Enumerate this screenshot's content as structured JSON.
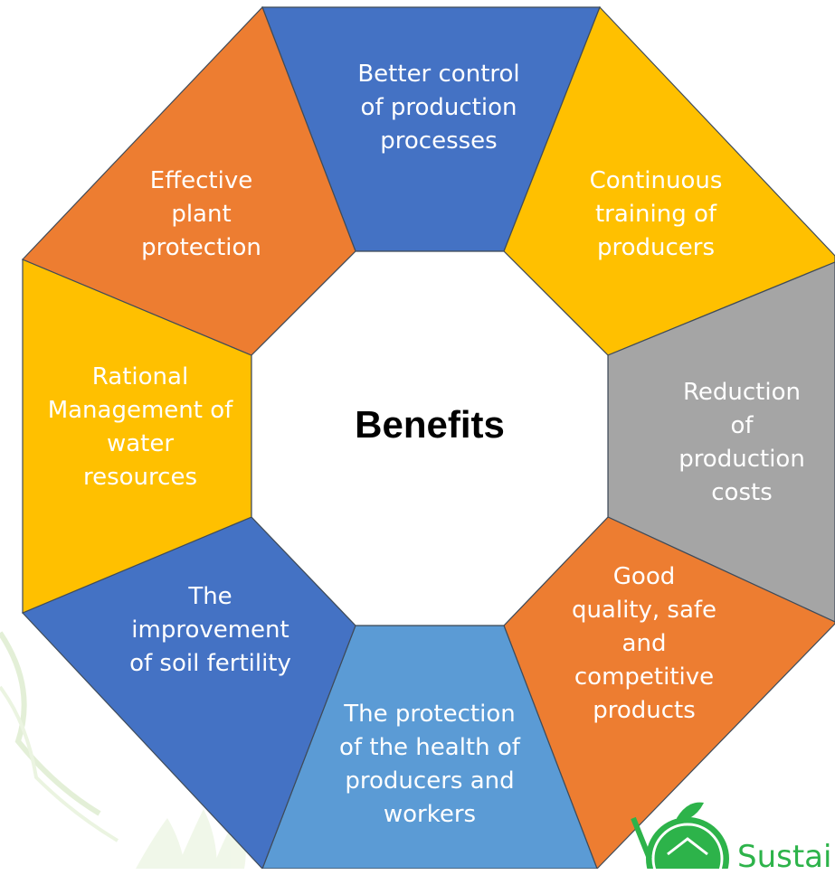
{
  "center": {
    "title": "Benefits"
  },
  "segments": [
    {
      "id": "top",
      "text": "Better control\nof production\nprocesses",
      "color": "#4472c4"
    },
    {
      "id": "top-right",
      "text": "Continuous\ntraining of\nproducers",
      "color": "#ffc000"
    },
    {
      "id": "right",
      "text": "Reduction\nof\nproduction\ncosts",
      "color": "#a5a5a5"
    },
    {
      "id": "bottom-right",
      "text": "Good\nquality, safe\nand\ncompetitive\nproducts",
      "color": "#ed7d31"
    },
    {
      "id": "bottom",
      "text": "The protection\nof the health of\nproducers and\nworkers",
      "color": "#5b9bd5"
    },
    {
      "id": "bottom-left",
      "text": "The\nimprovement\nof soil fertility",
      "color": "#4472c4"
    },
    {
      "id": "left",
      "text": "Rational\nManagement of\nwater\nresources",
      "color": "#ffc000"
    },
    {
      "id": "top-left",
      "text": "Effective\nplant\nprotection",
      "color": "#ed7d31"
    }
  ],
  "logo": {
    "text": "Sustai"
  }
}
